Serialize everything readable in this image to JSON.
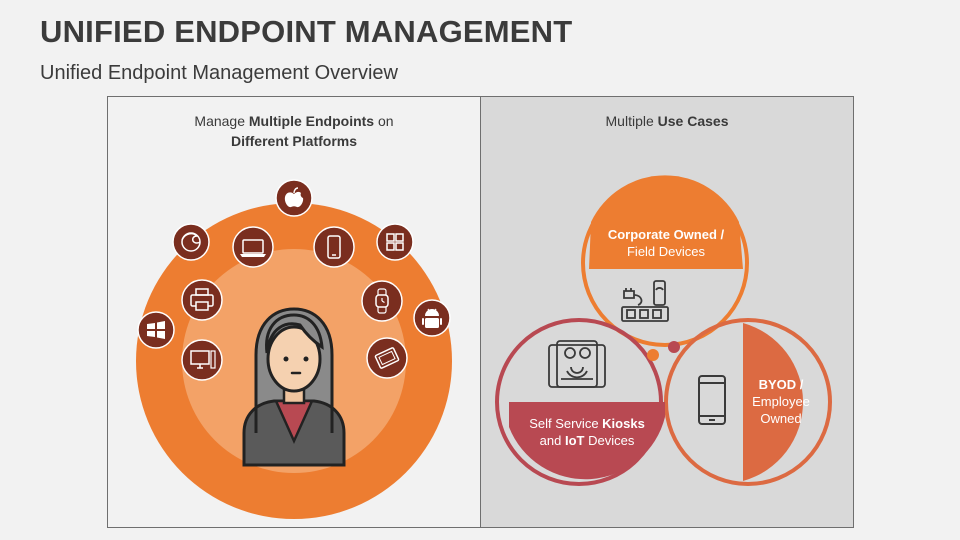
{
  "header": {
    "title": "UNIFIED ENDPOINT MANAGEMENT",
    "subtitle": "Unified Endpoint Management Overview"
  },
  "left_panel": {
    "line1_pre": "Manage ",
    "line1_bold": "Multiple Endpoints",
    "line1_post": " on",
    "line2_bold": "Different Platforms"
  },
  "right_panel": {
    "title_pre": "Multiple ",
    "title_bold": "Use Cases",
    "segments": {
      "corporate": {
        "line1_bold": "Corporate Owned /",
        "line2": "Field Devices"
      },
      "kiosk": {
        "line1_pre": "Self Service ",
        "line1_bold": "Kiosks",
        "line2_pre": "and ",
        "line2_bold": "IoT",
        "line2_post": " Devices"
      },
      "byod": {
        "line1_bold": "BYOD /",
        "line2": "Employee",
        "line3": "Owned"
      }
    }
  },
  "colors": {
    "orange": "#ed7d31",
    "orange_light": "#f3a267",
    "dark_red": "#7a2e1f",
    "kiosk_red": "#b84952",
    "byod_orange": "#dc6a42",
    "text_dark": "#3b3b3b"
  },
  "icons": {
    "outer_ring": [
      "apple-icon",
      "windows-icon",
      "android-icon",
      "windows-small-icon",
      "firefox-icon"
    ],
    "inner_ring": [
      "laptop-icon",
      "smartphone-icon",
      "smartwatch-icon",
      "tablet-icon",
      "desktop-icon",
      "printer-icon"
    ],
    "use_case": [
      "plug-router-icon",
      "kiosk-icon",
      "phone-outline-icon"
    ]
  }
}
